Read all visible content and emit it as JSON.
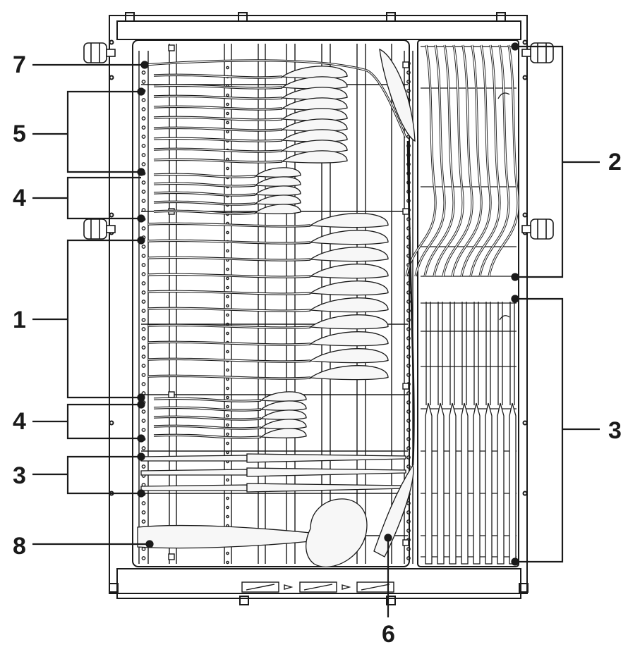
{
  "diagram": {
    "callouts": [
      {
        "id": "c7",
        "label": "7"
      },
      {
        "id": "c5",
        "label": "5"
      },
      {
        "id": "c4a",
        "label": "4"
      },
      {
        "id": "c1",
        "label": "1"
      },
      {
        "id": "c4b",
        "label": "4"
      },
      {
        "id": "c3a",
        "label": "3"
      },
      {
        "id": "c8",
        "label": "8"
      },
      {
        "id": "c2",
        "label": "2"
      },
      {
        "id": "c3b",
        "label": "3"
      },
      {
        "id": "c6",
        "label": "6"
      }
    ]
  },
  "colors": {
    "line": "#1a1a1a",
    "paper": "#ffffff",
    "utensil": "#f7f7f7"
  }
}
